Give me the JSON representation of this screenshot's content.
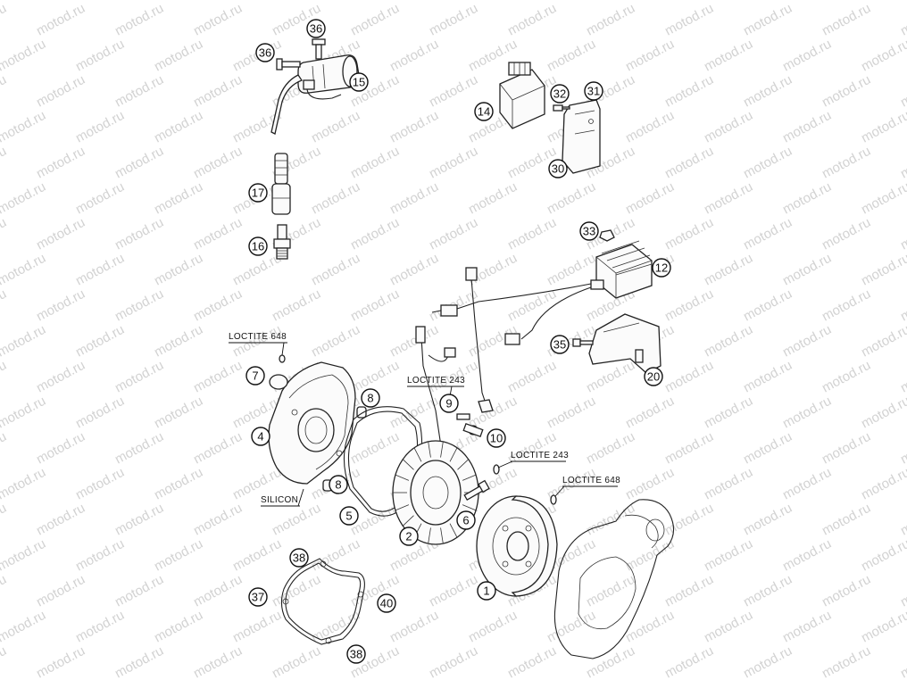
{
  "watermark": "motod.ru",
  "callouts": {
    "c1": "1",
    "c2": "2",
    "c4": "4",
    "c5": "5",
    "c6": "6",
    "c7": "7",
    "c8a": "8",
    "c8b": "8",
    "c9": "9",
    "c10": "10",
    "c12": "12",
    "c14": "14",
    "c15": "15",
    "c16": "16",
    "c17": "17",
    "c20": "20",
    "c30": "30",
    "c31": "31",
    "c32": "32",
    "c33": "33",
    "c35": "35",
    "c36a": "36",
    "c36b": "36",
    "c37": "37",
    "c38a": "38",
    "c38b": "38",
    "c40": "40"
  },
  "notes": {
    "loctite_648_cover": "LOCTITE 648",
    "loctite_243_screw": "LOCTITE 243",
    "loctite_243_bolt": "LOCTITE 243",
    "loctite_648_rotor": "LOCTITE 648",
    "silicon": "SILICON"
  }
}
